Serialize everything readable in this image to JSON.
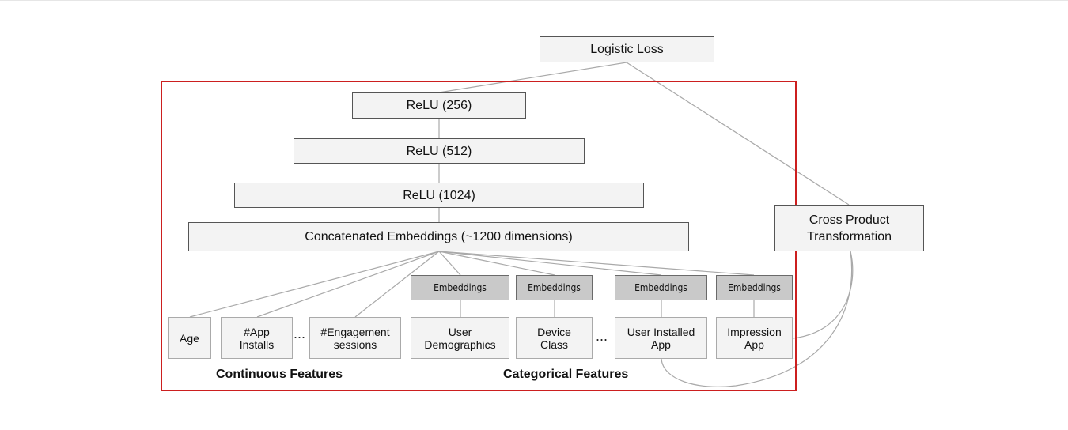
{
  "top_node": {
    "logistic_loss": "Logistic Loss"
  },
  "deep_tower": {
    "relu_256": "ReLU (256)",
    "relu_512": "ReLU (512)",
    "relu_1024": "ReLU (1024)",
    "concat": "Concatenated Embeddings (~1200 dimensions)"
  },
  "cross_product": "Cross Product\nTransformation",
  "embeddings_label": "Embeddings",
  "continuous_features": [
    "Age",
    "#App\nInstalls",
    "#Engagement\nsessions"
  ],
  "categorical_features": [
    "User\nDemographics",
    "Device\nClass",
    "User Installed\nApp",
    "Impression\nApp"
  ],
  "ellipsis": "...",
  "captions": {
    "continuous": "Continuous Features",
    "categorical": "Categorical Features"
  },
  "colors": {
    "frame": "#cc1f1f",
    "box_fill": "#f3f3f3",
    "embedding_fill": "#c9c9c9",
    "wire": "#a0a0a0"
  }
}
